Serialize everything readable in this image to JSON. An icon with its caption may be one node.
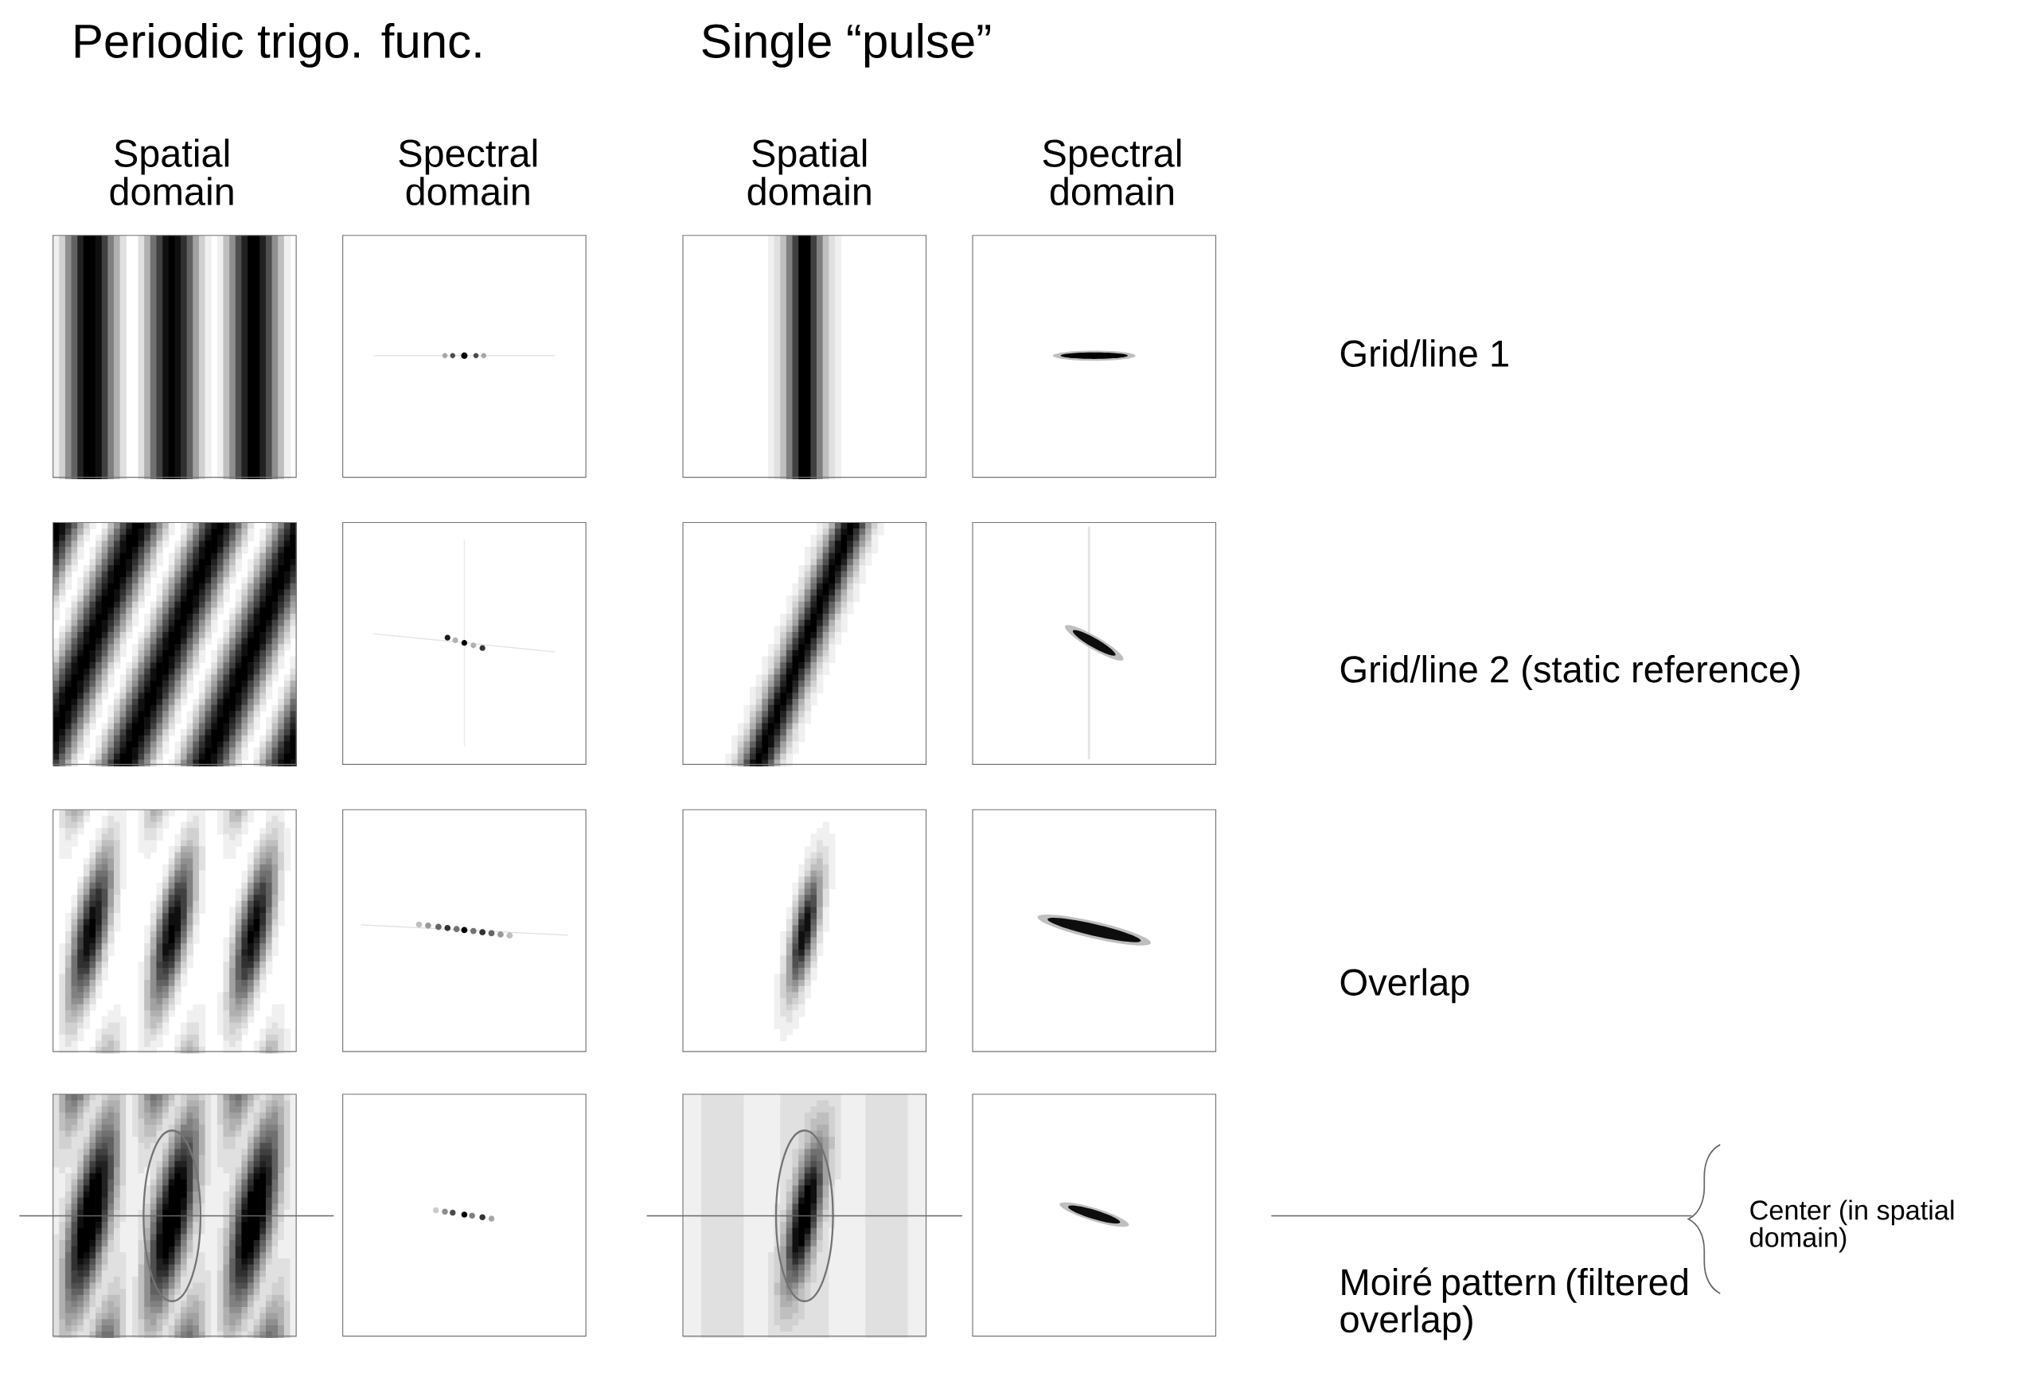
{
  "diagram": {
    "labels": [
      "Periodic trigo. func.",
      "Single “pulse”",
      "Spatial domain",
      "Spectral domain",
      "Spatial domain",
      "Spectral domain",
      "Grid/line 1",
      "Grid/line 2 (static reference)",
      "Overlap",
      "Moiré pattern (filtered overlap)",
      "Center (in spatial domain)"
    ]
  }
}
